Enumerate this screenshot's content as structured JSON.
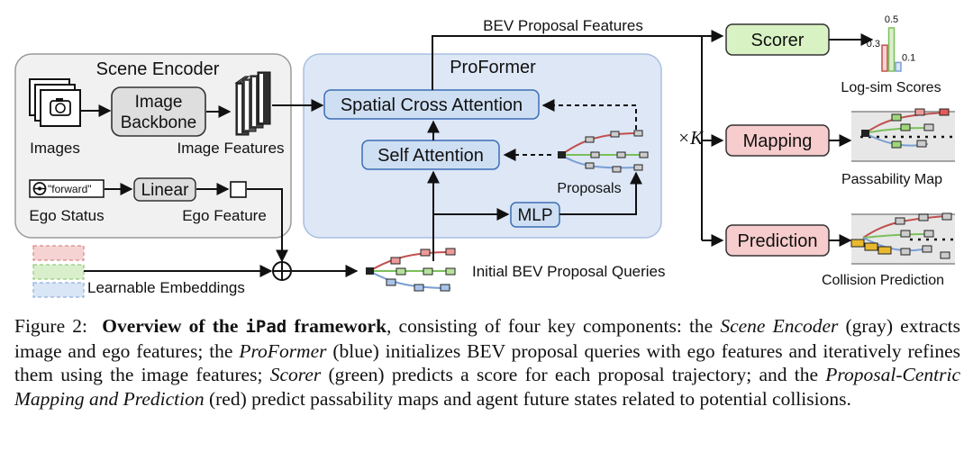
{
  "figure": {
    "scene_encoder": {
      "title": "Scene Encoder",
      "images_label": "Images",
      "backbone_line1": "Image",
      "backbone_line2": "Backbone",
      "image_features_label": "Image Features",
      "steering_text": "\"forward\"",
      "linear_label": "Linear",
      "ego_status_label": "Ego Status",
      "ego_feature_label": "Ego Feature"
    },
    "learnable_embeddings_label": "Learnable Embeddings",
    "initial_queries_label": "Initial BEV Proposal Queries",
    "proformer": {
      "title": "ProFormer",
      "spatial_cross_attention": "Spatial Cross Attention",
      "self_attention": "Self Attention",
      "proposals_label": "Proposals",
      "mlp_label": "MLP"
    },
    "times_k": "×K",
    "bev_proposal_features_label": "BEV Proposal Features",
    "scorer": {
      "label": "Scorer",
      "scores_label": "Log-sim Scores",
      "bar_labels": [
        "0.3",
        "0.5",
        "0.1"
      ],
      "bar_values": [
        0.3,
        0.5,
        0.1
      ]
    },
    "mapping": {
      "label": "Mapping",
      "output_label": "Passability Map"
    },
    "prediction": {
      "label": "Prediction",
      "output_label": "Collision Prediction"
    },
    "colors": {
      "scene_fill": "#f1f1f1",
      "proformer_fill": "#dde7f6",
      "block_blue": "#cfdff3",
      "scorer_green": "#d8f2c4",
      "red_fill": "#f7cccc",
      "traj_red": "#c0504d",
      "traj_green": "#7bbf5a",
      "traj_blue": "#7a9fd3"
    }
  },
  "caption": {
    "label": "Figure 2:",
    "bold_part1": "Overview of the ",
    "mono_name": "iPad",
    "bold_part2": " framework",
    "t1": ", consisting of four key components: the ",
    "i1": "Scene Encoder",
    "t2": " (gray) extracts image and ego features; the ",
    "i2": "ProFormer",
    "t3": " (blue) initializes BEV proposal queries with ego features and iteratively refines them using the image features; ",
    "i3": "Scorer",
    "t4": " (green) predicts a score for each proposal trajectory; and the ",
    "i4": "Proposal-Centric Mapping and Prediction",
    "t5": " (red) predict passability maps and agent future states related to potential collisions."
  }
}
